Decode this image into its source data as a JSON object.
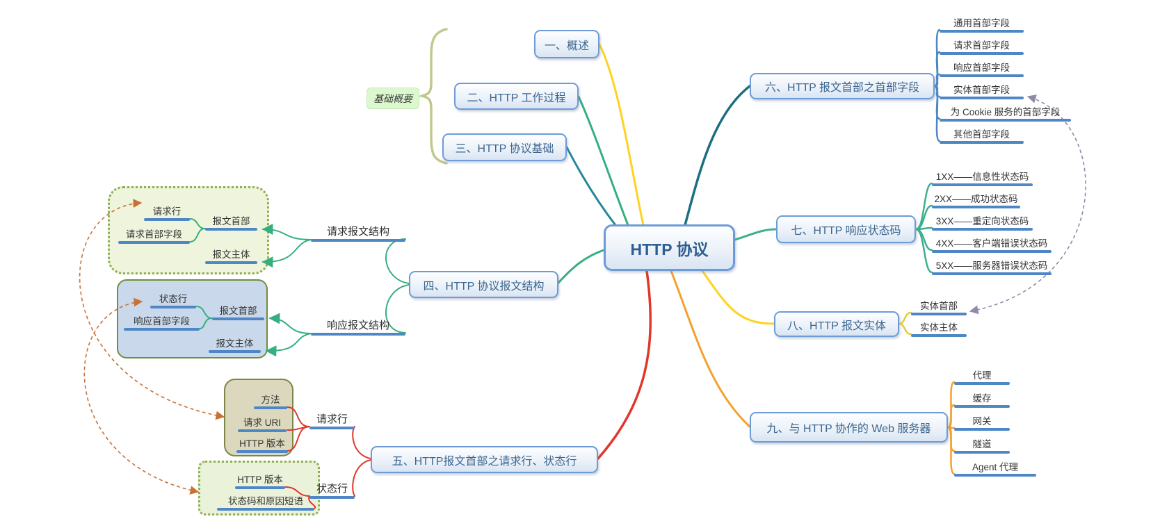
{
  "root": {
    "label": "HTTP 协议"
  },
  "callout": {
    "label": "基础概要"
  },
  "branches": {
    "b1": {
      "label": "一、概述"
    },
    "b2": {
      "label": "二、HTTP 工作过程"
    },
    "b3": {
      "label": "三、HTTP 协议基础"
    },
    "b4": {
      "label": "四、HTTP 协议报文结构"
    },
    "b5": {
      "label": "五、HTTP报文首部之请求行、状态行"
    },
    "b6": {
      "label": "六、HTTP 报文首部之首部字段"
    },
    "b7": {
      "label": "七、HTTP 响应状态码"
    },
    "b8": {
      "label": "八、HTTP 报文实体"
    },
    "b9": {
      "label": "九、与 HTTP 协作的 Web 服务器"
    }
  },
  "b6_children": {
    "items": [
      "通用首部字段",
      "请求首部字段",
      "响应首部字段",
      "实体首部字段",
      "为 Cookie 服务的首部字段",
      "其他首部字段"
    ]
  },
  "b7_children": {
    "items": [
      "1XX——信息性状态码",
      "2XX——成功状态码",
      "3XX——重定向状态码",
      "4XX——客户端错误状态码",
      "5XX——服务器错误状态码"
    ]
  },
  "b8_children": {
    "items": [
      "实体首部",
      "实体主体"
    ]
  },
  "b9_children": {
    "items": [
      "代理",
      "缓存",
      "网关",
      "隧道",
      "Agent 代理"
    ]
  },
  "b4_children": {
    "request": {
      "label": "请求报文结构",
      "line": "请求行",
      "header_fields": "请求首部字段",
      "header": "报文首部",
      "body": "报文主体"
    },
    "response": {
      "label": "响应报文结构",
      "line": "状态行",
      "header_fields": "响应首部字段",
      "header": "报文首部",
      "body": "报文主体"
    }
  },
  "b5_children": {
    "request_line": {
      "label": "请求行",
      "items": [
        "方法",
        "请求 URI",
        "HTTP 版本"
      ]
    },
    "status_line": {
      "label": "状态行",
      "items": [
        "HTTP 版本",
        "状态码和原因短语"
      ]
    }
  },
  "colors": {
    "node_border": "#6d9bd8",
    "node_text": "#3c6690",
    "underline": "#4e86c6",
    "branch_yellow": "#ffd21f",
    "branch_green": "#35af7f",
    "branch_teal": "#23889b",
    "branch_darkteal": "#1a6f80",
    "branch_orange": "#f5a02c",
    "branch_red": "#e2362a",
    "relationship_orange": "#c87137",
    "relationship_gray": "#8f8aa8",
    "brace": "#c0c88e"
  }
}
